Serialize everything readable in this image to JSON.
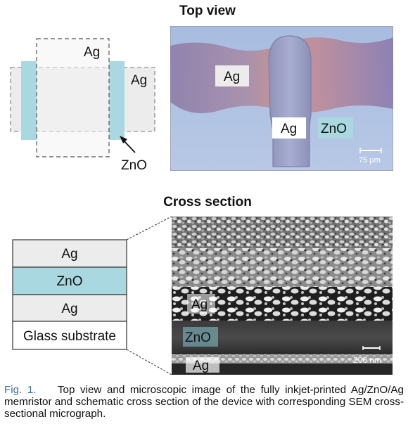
{
  "top_section": {
    "heading": "Top view",
    "schematic": {
      "top_electrode_label": "Ag",
      "bottom_electrode_label": "Ag",
      "zno_label": "ZnO"
    },
    "micrograph": {
      "label_ag_left": "Ag",
      "label_ag_center": "Ag",
      "label_zno": "ZnO",
      "scale_bar": "75 µm"
    }
  },
  "cross_section": {
    "heading": "Cross section",
    "stack": [
      "Ag",
      "ZnO",
      "Ag",
      "Glass substrate"
    ],
    "sem": {
      "label_ag_top": "Ag",
      "label_zno": "ZnO",
      "label_ag_bottom": "Ag",
      "scale_bar": "200 nm"
    }
  },
  "caption": {
    "figure_number": "Fig. 1.",
    "text": "Top view and microscopic image of the fully inkjet-printed Ag/ZnO/Ag memristor and schematic cross section of the device with corresponding SEM cross-sectional micrograph."
  },
  "colors": {
    "zno": "#a9d8e1",
    "ag_fill": "#ececec",
    "micrograph_bg": "#a9bedf"
  }
}
